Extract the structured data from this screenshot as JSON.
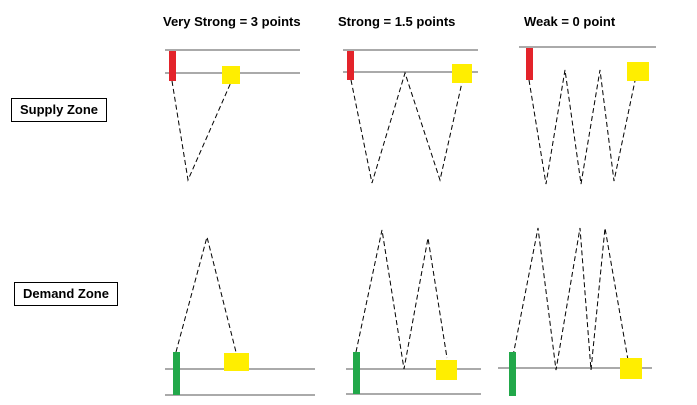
{
  "columns": [
    {
      "title": "Very Strong = 3 points"
    },
    {
      "title": "Strong = 1.5 points"
    },
    {
      "title": "Weak = 0 point"
    }
  ],
  "rows": [
    {
      "label": "Supply Zone",
      "candle_color": "#e3232a"
    },
    {
      "label": "Demand Zone",
      "candle_color": "#22a84a"
    }
  ],
  "colors": {
    "marker": "#ffee00",
    "line": "#000000",
    "zone_line": "#555555"
  },
  "icons": {
    "candle": "candlestick-icon",
    "marker": "yellow-square-marker"
  }
}
